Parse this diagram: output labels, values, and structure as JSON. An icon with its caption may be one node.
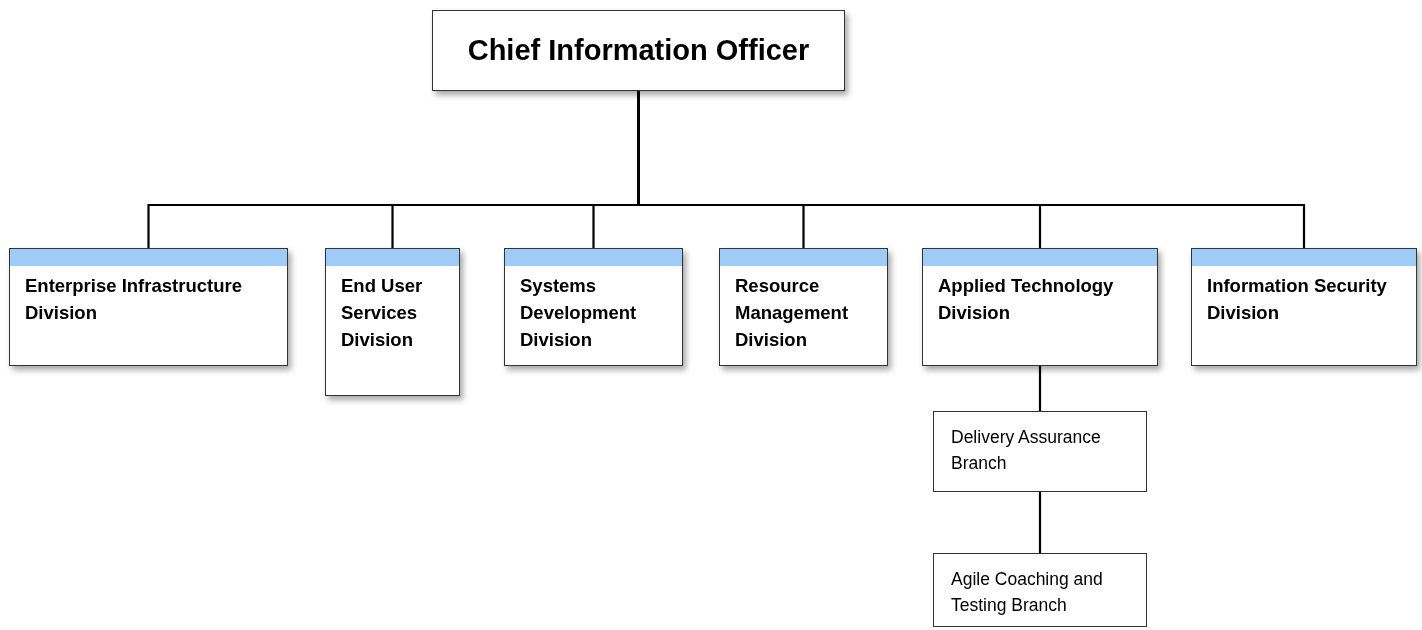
{
  "diagram": {
    "nodes": [
      {
        "text": [
          "Chief Information Officer"
        ]
      },
      {
        "text": [
          "Enterprise Infrastructure Division"
        ]
      },
      {
        "text": [
          "End User Services Division"
        ]
      },
      {
        "text": [
          "Systems Development Division"
        ]
      },
      {
        "text": [
          "Resource Management Division"
        ]
      },
      {
        "text": [
          "Applied Technology Division"
        ]
      },
      {
        "text": [
          "Information Security Division"
        ]
      },
      {
        "text": [
          "Delivery Assurance Branch"
        ]
      },
      {
        "text": [
          "Agile Coaching and Testing Branch"
        ]
      }
    ],
    "edges": [
      {
        "from": 0,
        "to": 1,
        "arrow": "none"
      },
      {
        "from": 0,
        "to": 2,
        "arrow": "none"
      },
      {
        "from": 0,
        "to": 3,
        "arrow": "none"
      },
      {
        "from": 0,
        "to": 4,
        "arrow": "none"
      },
      {
        "from": 0,
        "to": 5,
        "arrow": "none"
      },
      {
        "from": 0,
        "to": 6,
        "arrow": "none"
      },
      {
        "from": 5,
        "to": 7,
        "arrow": "none"
      },
      {
        "from": 7,
        "to": 8,
        "arrow": "none"
      }
    ]
  }
}
